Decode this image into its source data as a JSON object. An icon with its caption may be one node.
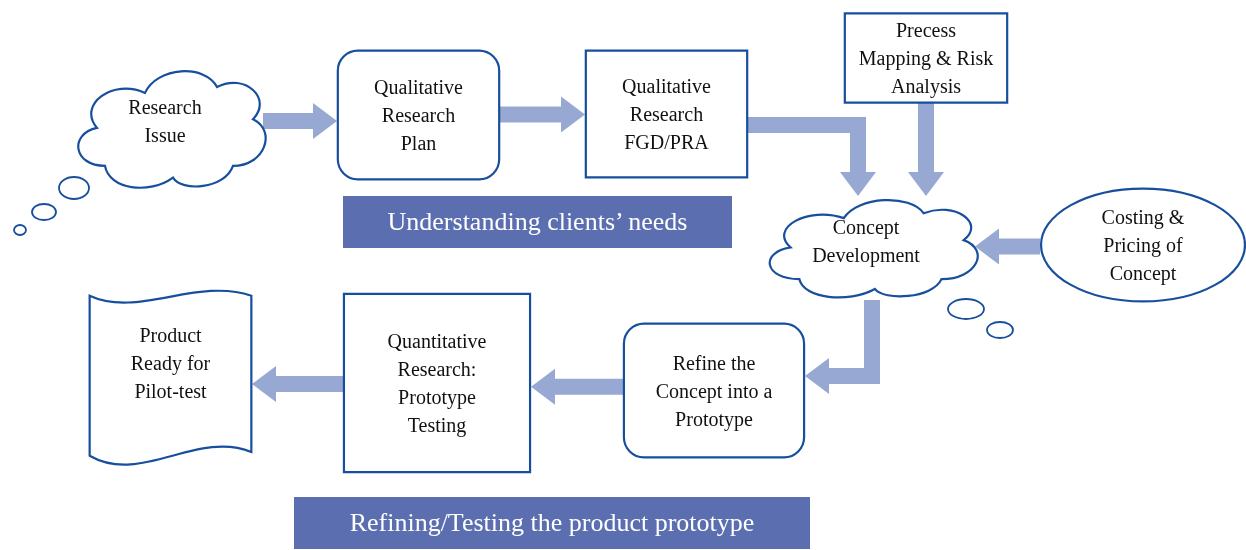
{
  "diagram": {
    "nodes": [
      {
        "text": [
          "Research Issue"
        ]
      },
      {
        "text": [
          "Qualitative Research Plan"
        ]
      },
      {
        "text": [
          "Qualitative Research FGD/PRA"
        ]
      },
      {
        "text": [
          "Precess Mapping & Risk Analysis"
        ]
      },
      {
        "text": [
          "Understanding clients’ needs"
        ]
      },
      {
        "text": [
          "Concept Development"
        ]
      },
      {
        "text": [
          "Costing & Pricing of Concept"
        ]
      },
      {
        "text": [
          "Product Ready for Pilot-test"
        ]
      },
      {
        "text": [
          "Quantitative Research: Prototype Testing"
        ]
      },
      {
        "text": [
          "Refine the Concept into a Prototype"
        ]
      },
      {
        "text": [
          "Refining/Testing the product prototype"
        ]
      }
    ],
    "edges": [
      {
        "from": 0,
        "to": 1,
        "arrow": "to"
      },
      {
        "from": 1,
        "to": 2,
        "arrow": "to"
      },
      {
        "from": 2,
        "to": 5,
        "arrow": "to"
      },
      {
        "from": 3,
        "to": 5,
        "arrow": "to"
      },
      {
        "from": 6,
        "to": 5,
        "arrow": "to"
      },
      {
        "from": 5,
        "to": 9,
        "arrow": "to"
      },
      {
        "from": 9,
        "to": 8,
        "arrow": "to"
      },
      {
        "from": 8,
        "to": 7,
        "arrow": "to"
      }
    ]
  }
}
